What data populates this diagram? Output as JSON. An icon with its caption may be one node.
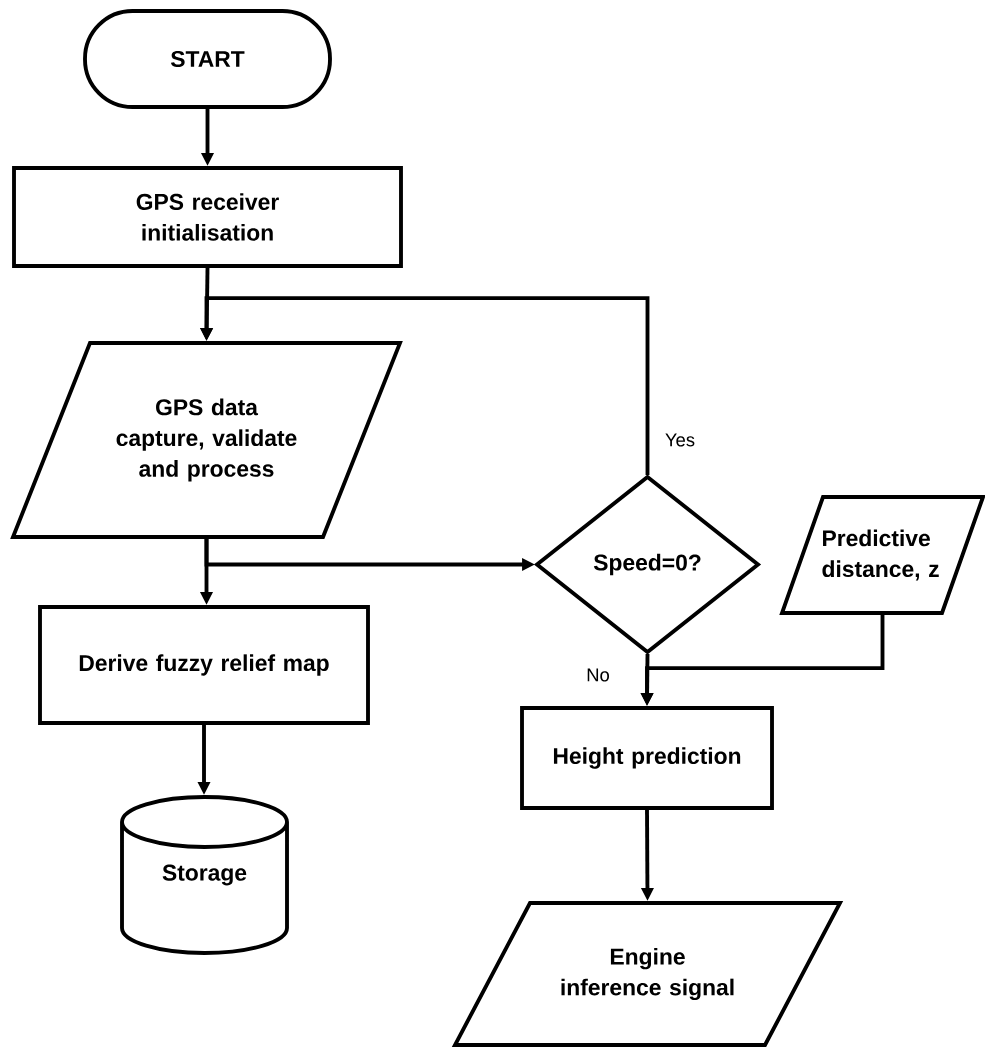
{
  "diagram": {
    "nodes": [
      {
        "text": [
          "START"
        ]
      },
      {
        "text": [
          "GPS receiver initialisation"
        ]
      },
      {
        "text": [
          "GPS data capture, validate and process"
        ]
      },
      {
        "text": [
          "Derive fuzzy relief map"
        ]
      },
      {
        "text": [
          "Storage"
        ]
      },
      {
        "text": [
          "Speed=0?"
        ]
      },
      {
        "text": [
          "Predictive distance, z"
        ]
      },
      {
        "text": [
          "Height prediction"
        ]
      },
      {
        "text": [
          "Engine inference signal"
        ]
      }
    ],
    "edges": [
      {
        "from": 0,
        "to": 1,
        "arrow": "to"
      },
      {
        "from": 1,
        "to": 2,
        "arrow": "to"
      },
      {
        "from": 2,
        "to": 3,
        "arrow": "to"
      },
      {
        "from": 3,
        "to": 4,
        "arrow": "to"
      },
      {
        "from": 2,
        "to": 5,
        "arrow": "to"
      },
      {
        "from": 5,
        "to": 2,
        "arrow": "to",
        "label": "Yes"
      },
      {
        "from": 5,
        "to": 7,
        "arrow": "to",
        "label": "No"
      },
      {
        "from": 6,
        "to": 7,
        "arrow": "to"
      },
      {
        "from": 7,
        "to": 8,
        "arrow": "to"
      }
    ]
  }
}
